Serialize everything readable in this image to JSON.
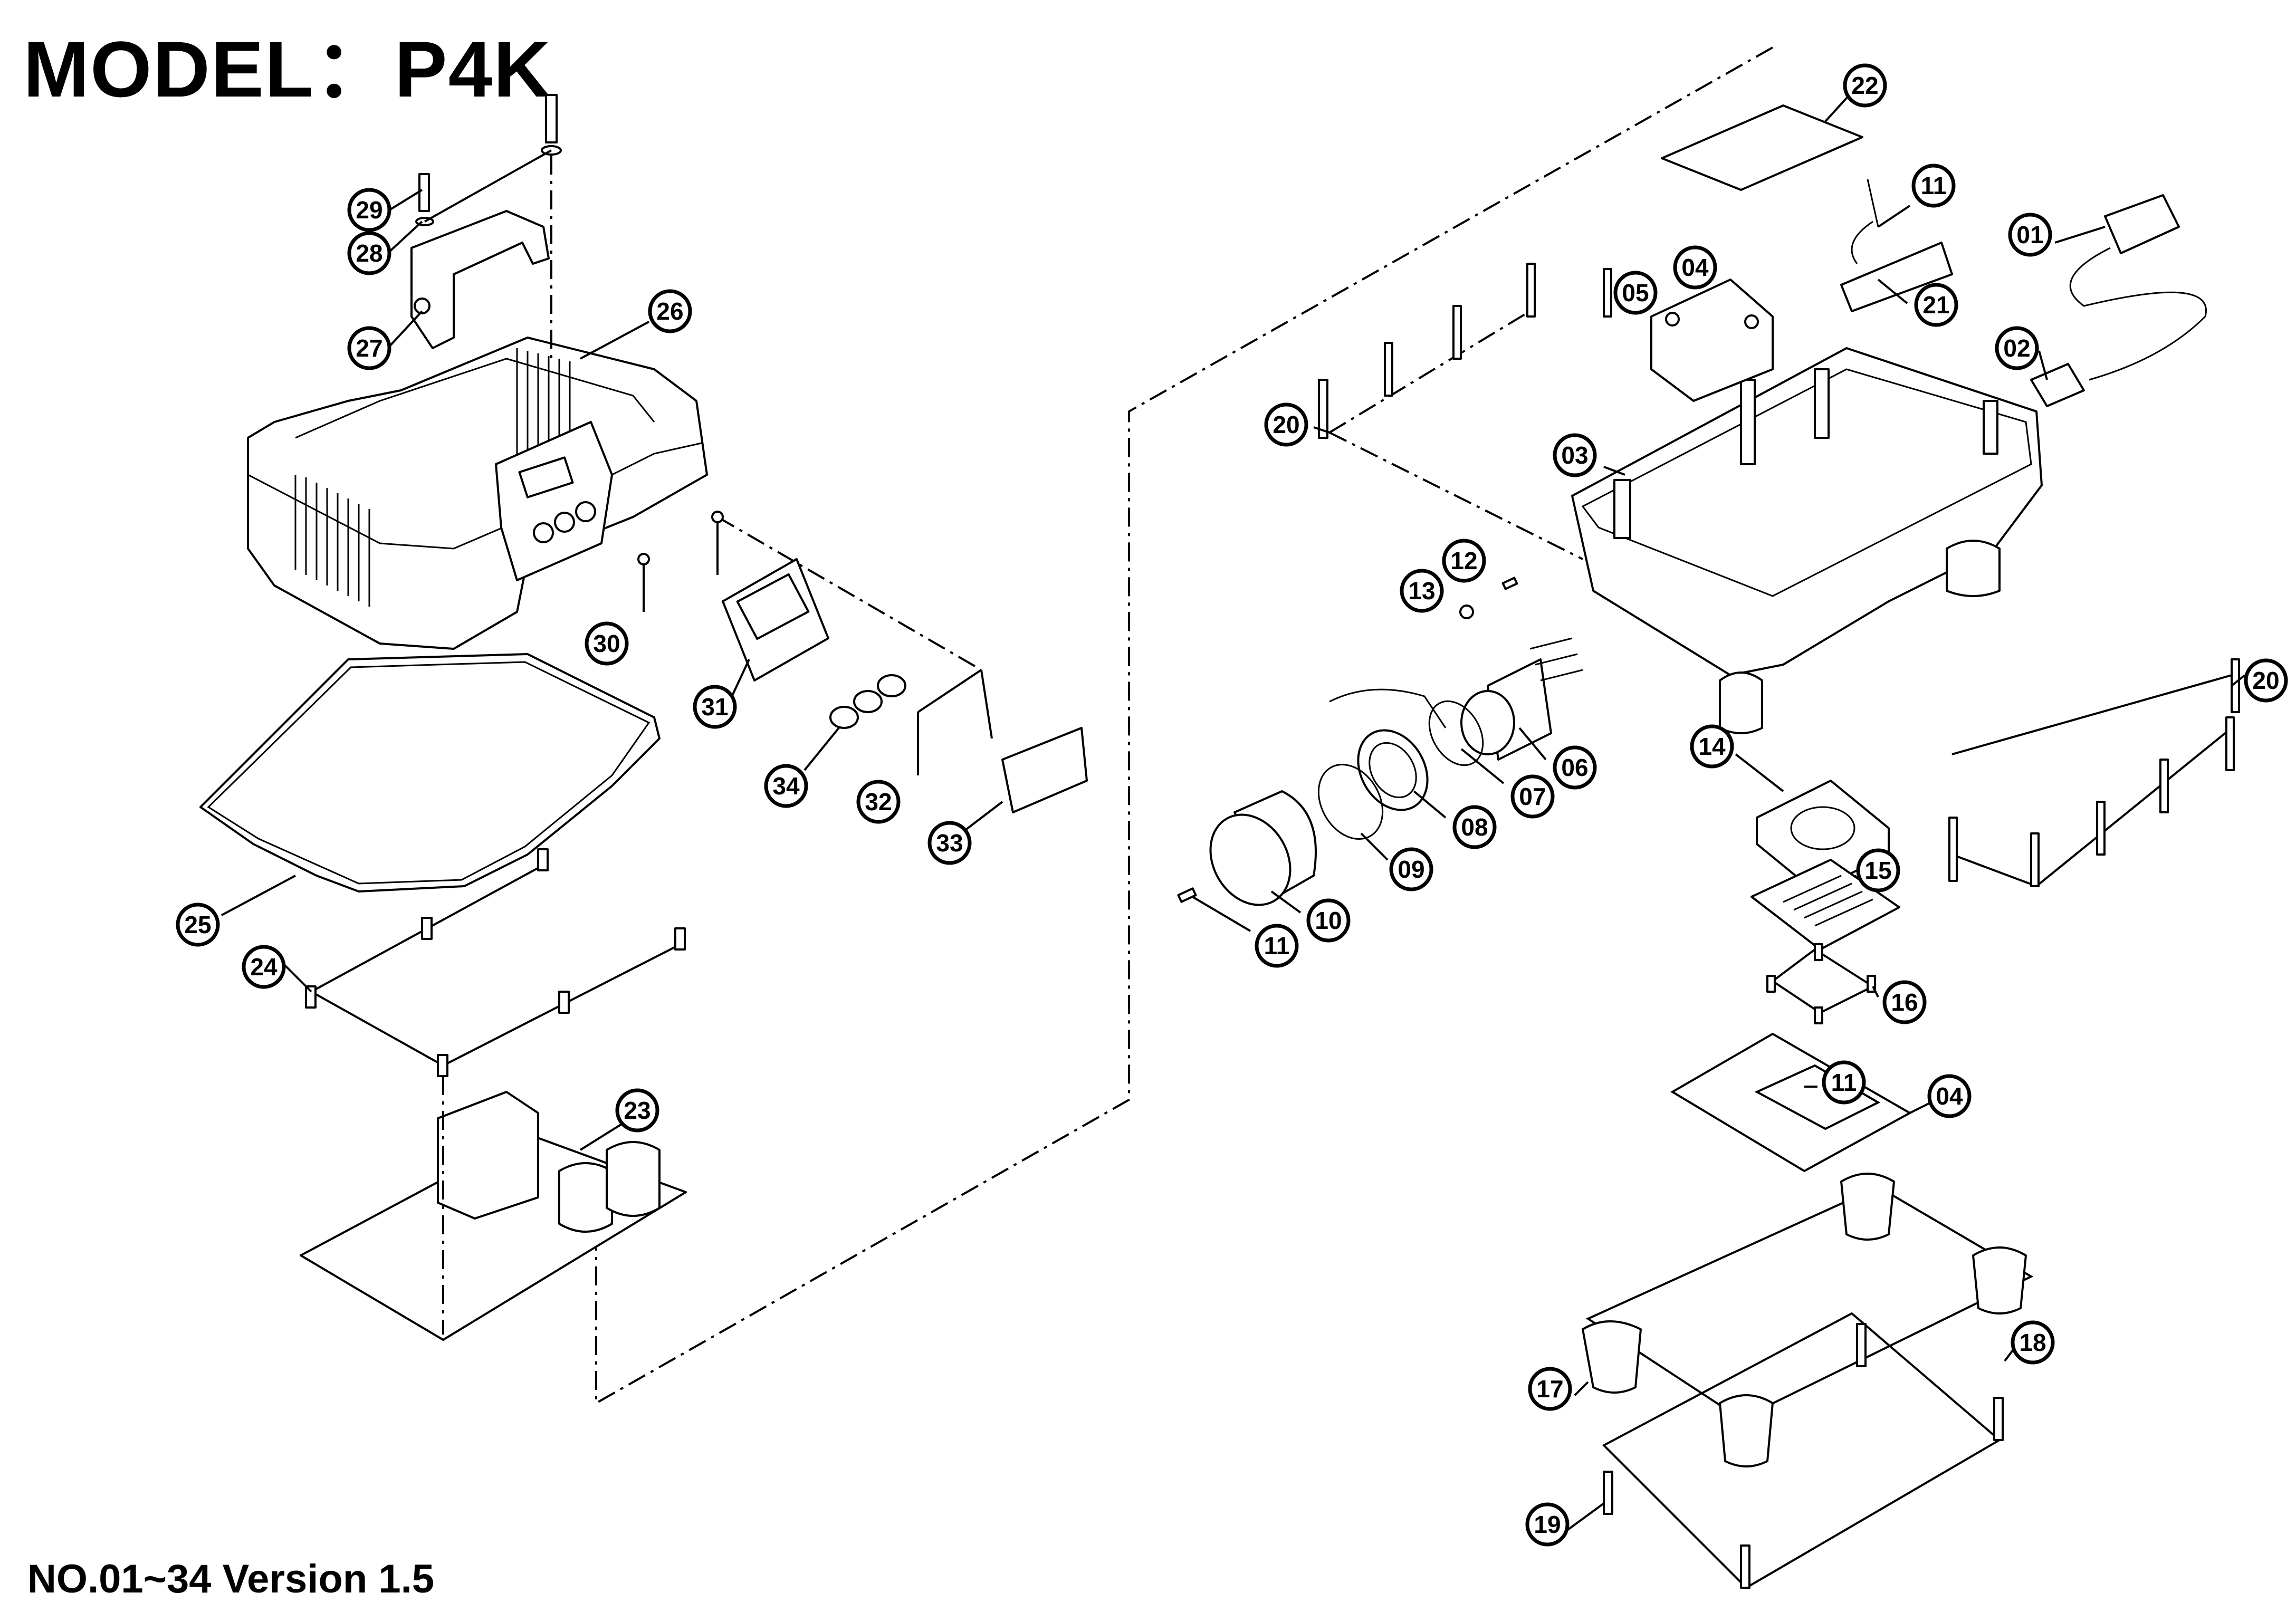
{
  "header": {
    "model_label": "MODEL：P4K"
  },
  "footer": {
    "text": "NO.01~34  Version 1.5"
  },
  "callouts": [
    {
      "label": "29"
    },
    {
      "label": "28"
    },
    {
      "label": "27"
    },
    {
      "label": "26"
    },
    {
      "label": "30"
    },
    {
      "label": "31"
    },
    {
      "label": "34"
    },
    {
      "label": "32"
    },
    {
      "label": "33"
    },
    {
      "label": "25"
    },
    {
      "label": "24"
    },
    {
      "label": "23"
    },
    {
      "label": "22"
    },
    {
      "label": "11"
    },
    {
      "label": "01"
    },
    {
      "label": "21"
    },
    {
      "label": "04"
    },
    {
      "label": "05"
    },
    {
      "label": "02"
    },
    {
      "label": "20"
    },
    {
      "label": "03"
    },
    {
      "label": "12"
    },
    {
      "label": "13"
    },
    {
      "label": "06"
    },
    {
      "label": "07"
    },
    {
      "label": "08"
    },
    {
      "label": "09"
    },
    {
      "label": "10"
    },
    {
      "label": "11"
    },
    {
      "label": "14"
    },
    {
      "label": "20"
    },
    {
      "label": "15"
    },
    {
      "label": "16"
    },
    {
      "label": "11"
    },
    {
      "label": "04"
    },
    {
      "label": "18"
    },
    {
      "label": "17"
    },
    {
      "label": "19"
    }
  ]
}
